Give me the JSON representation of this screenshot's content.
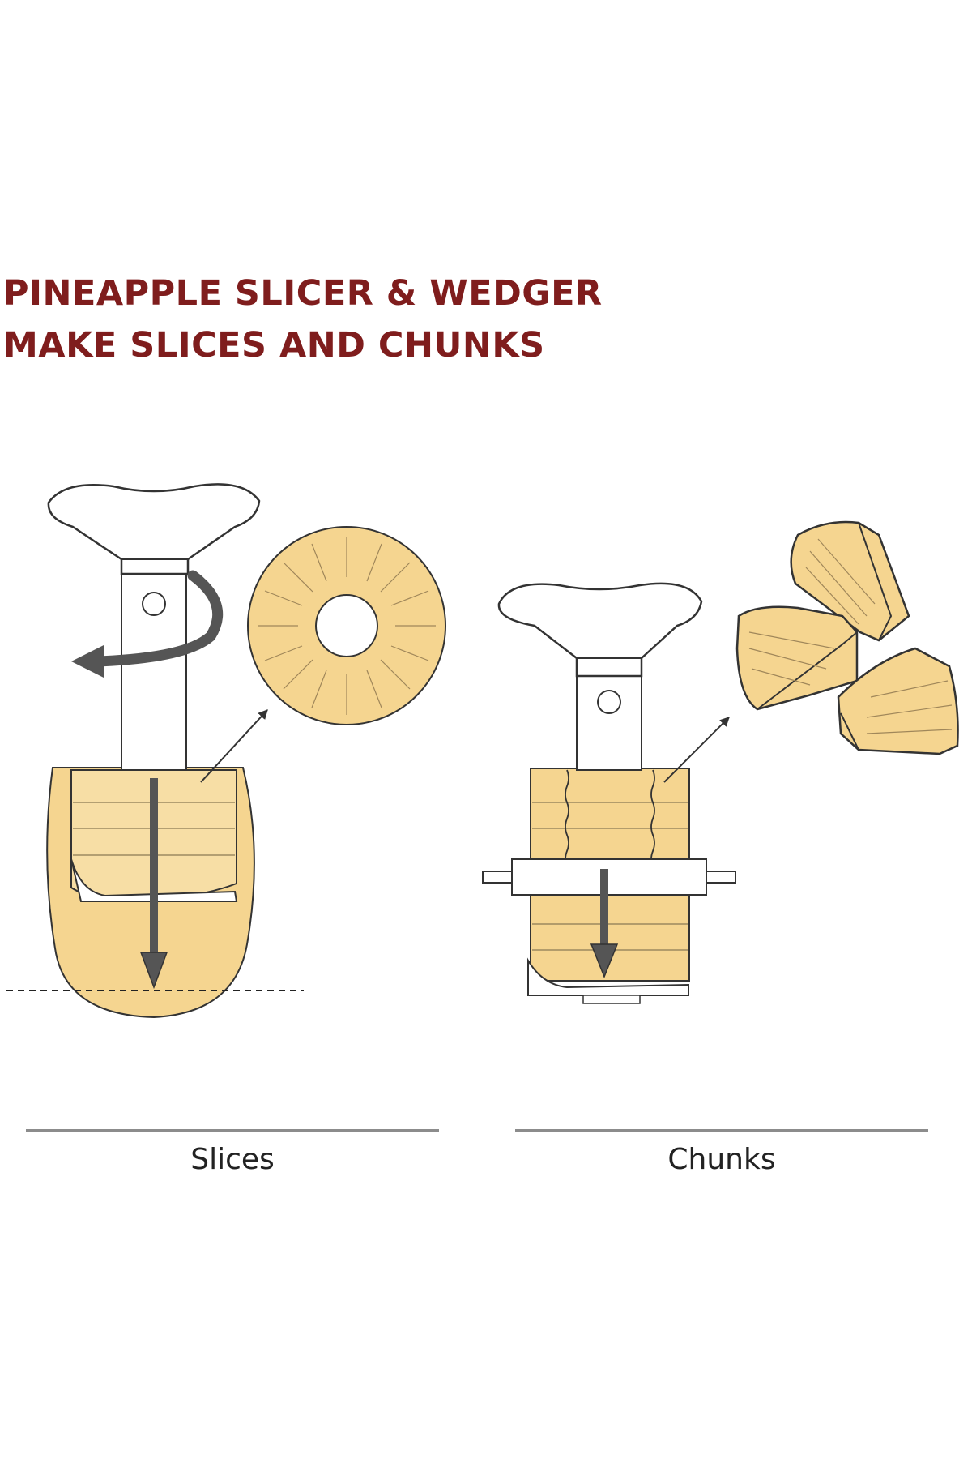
{
  "title": {
    "line1": "PINEAPPLE SLICER & WEDGER",
    "line2": "MAKE SLICES AND CHUNKS"
  },
  "panels": {
    "slices": {
      "caption": "Slices"
    },
    "chunks": {
      "caption": "Chunks"
    }
  },
  "colors": {
    "title": "#7f1d1d",
    "pineapple": "#f5d590",
    "outline": "#333333",
    "arrow": "#555555",
    "rule": "#8c8c8c"
  }
}
